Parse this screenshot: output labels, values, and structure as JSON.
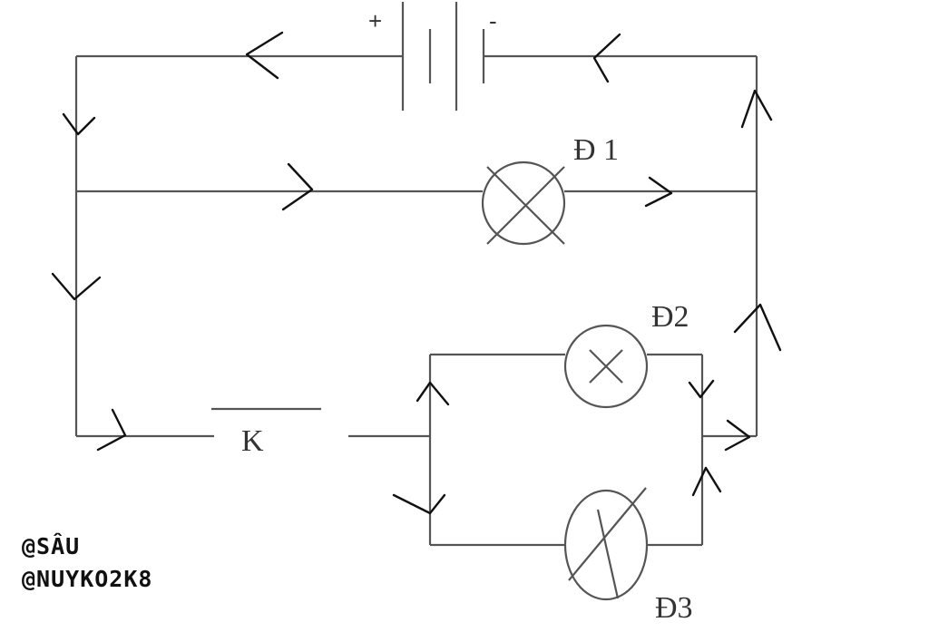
{
  "labels": {
    "lamp1": "Đ 1",
    "lamp2": "Đ2",
    "lamp3": "Đ3",
    "switch": "K",
    "battery_plus": "+",
    "battery_minus": "-"
  },
  "watermark": {
    "line1": "@SÂU",
    "line2": "@NUYKO2K8"
  }
}
